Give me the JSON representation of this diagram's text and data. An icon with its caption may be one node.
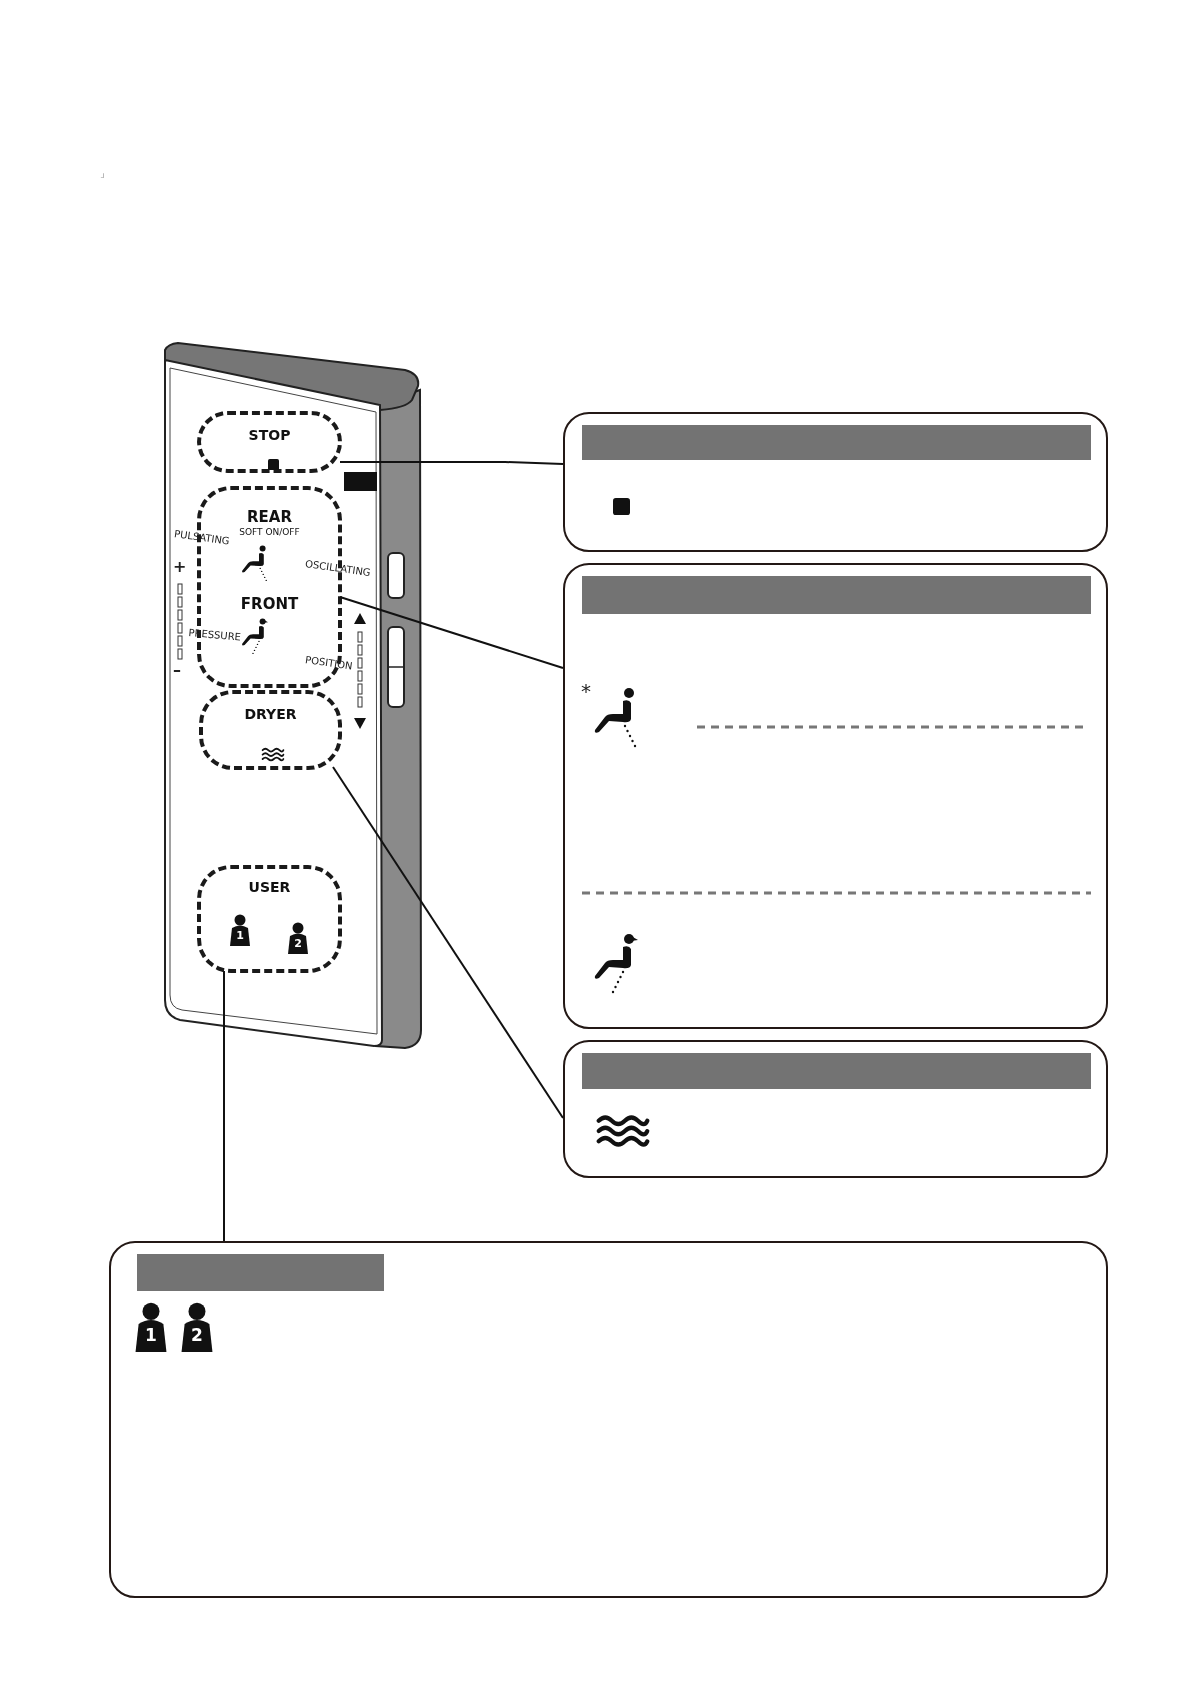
{
  "diagram": {
    "nodes": [
      {
        "text": [
          "STOP"
        ]
      },
      {
        "text": [
          "REAR",
          "SOFT ON/OFF",
          "FRONT"
        ]
      },
      {
        "text": [
          "DRYER"
        ]
      },
      {
        "text": [
          "USER"
        ]
      },
      {
        "text": [
          "1"
        ],
        "in": 3
      },
      {
        "text": [
          "2"
        ],
        "in": 3
      },
      {
        "text": [],
        "shape": "box"
      },
      {
        "text": [],
        "shape": "box"
      },
      {
        "text": [],
        "shape": "box"
      },
      {
        "text": [],
        "shape": "box"
      },
      {
        "text": [
          "1"
        ],
        "in": 9
      },
      {
        "text": [
          "2"
        ],
        "in": 9
      }
    ],
    "edges": [
      {
        "from": 0,
        "to": 6,
        "arrow": "none"
      },
      {
        "from": 1,
        "to": 7,
        "arrow": "none"
      },
      {
        "from": 2,
        "to": 8,
        "arrow": "none"
      },
      {
        "from": 3,
        "to": 9,
        "arrow": "none"
      }
    ],
    "labels": [
      "」",
      "PULSATING",
      "+",
      "OSCILLATING",
      "PRESSURE",
      "POSITION",
      "–",
      "*"
    ]
  }
}
